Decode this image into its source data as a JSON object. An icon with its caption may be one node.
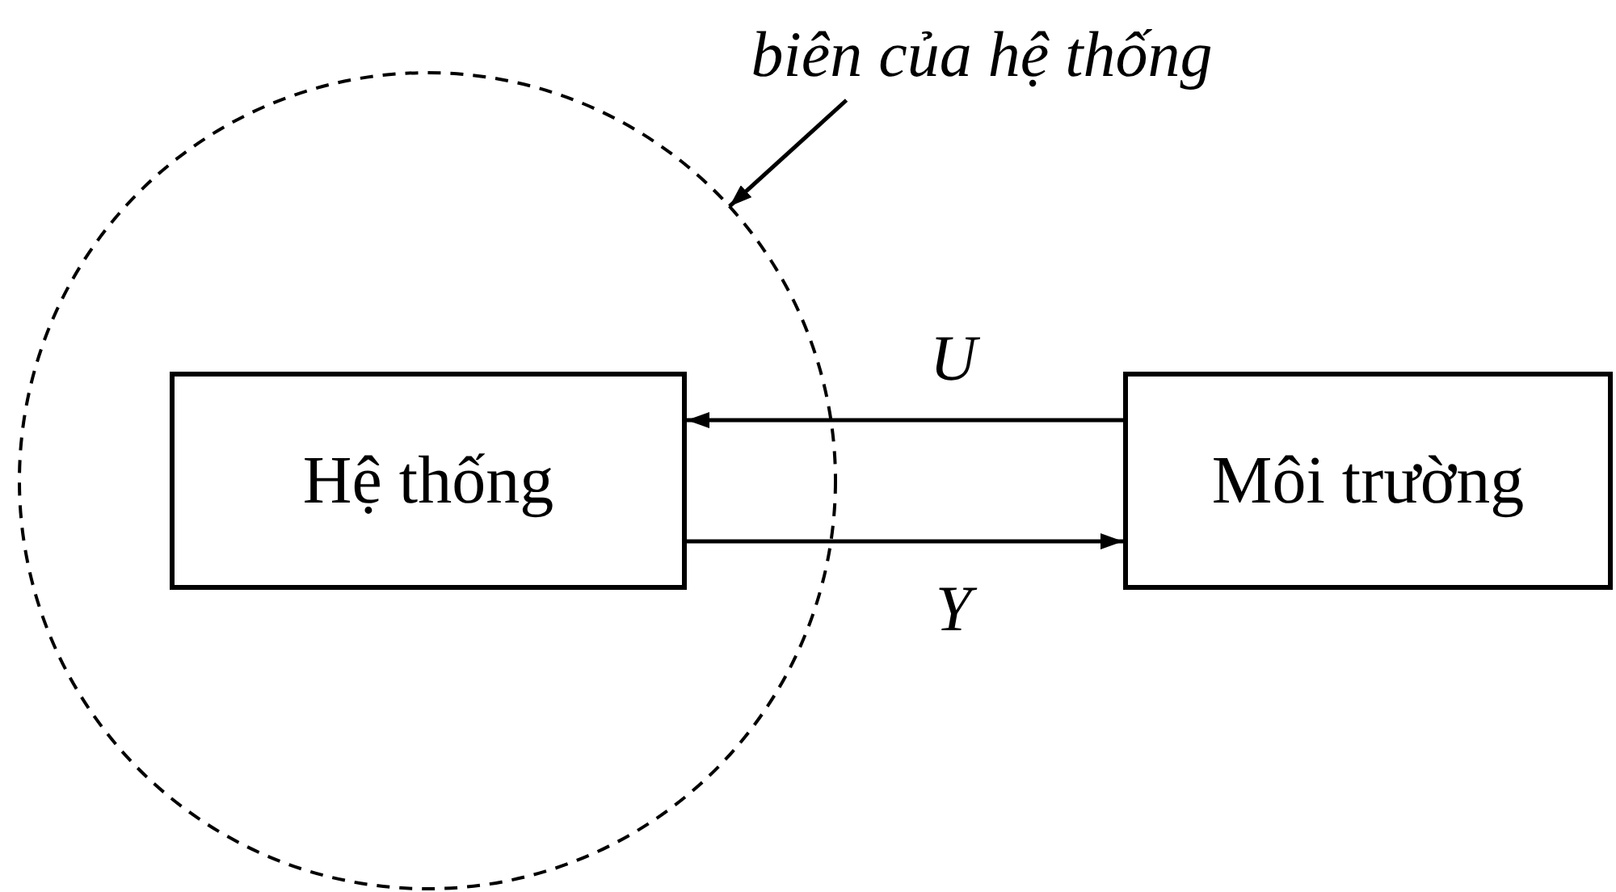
{
  "diagram": {
    "nodes": [
      {
        "text": [
          "biên của hệ thống"
        ]
      },
      {
        "text": [],
        "shape": "circle"
      },
      {
        "text": [
          "Hệ thống"
        ],
        "in": 1
      },
      {
        "text": [
          "Môi trường"
        ]
      }
    ],
    "edges": [
      {
        "from": 0,
        "to": 1,
        "arrow": "to"
      },
      {
        "from": 3,
        "to": 2,
        "arrow": "to",
        "label": "U"
      },
      {
        "from": 2,
        "to": 3,
        "arrow": "to",
        "label": "Y"
      }
    ]
  }
}
